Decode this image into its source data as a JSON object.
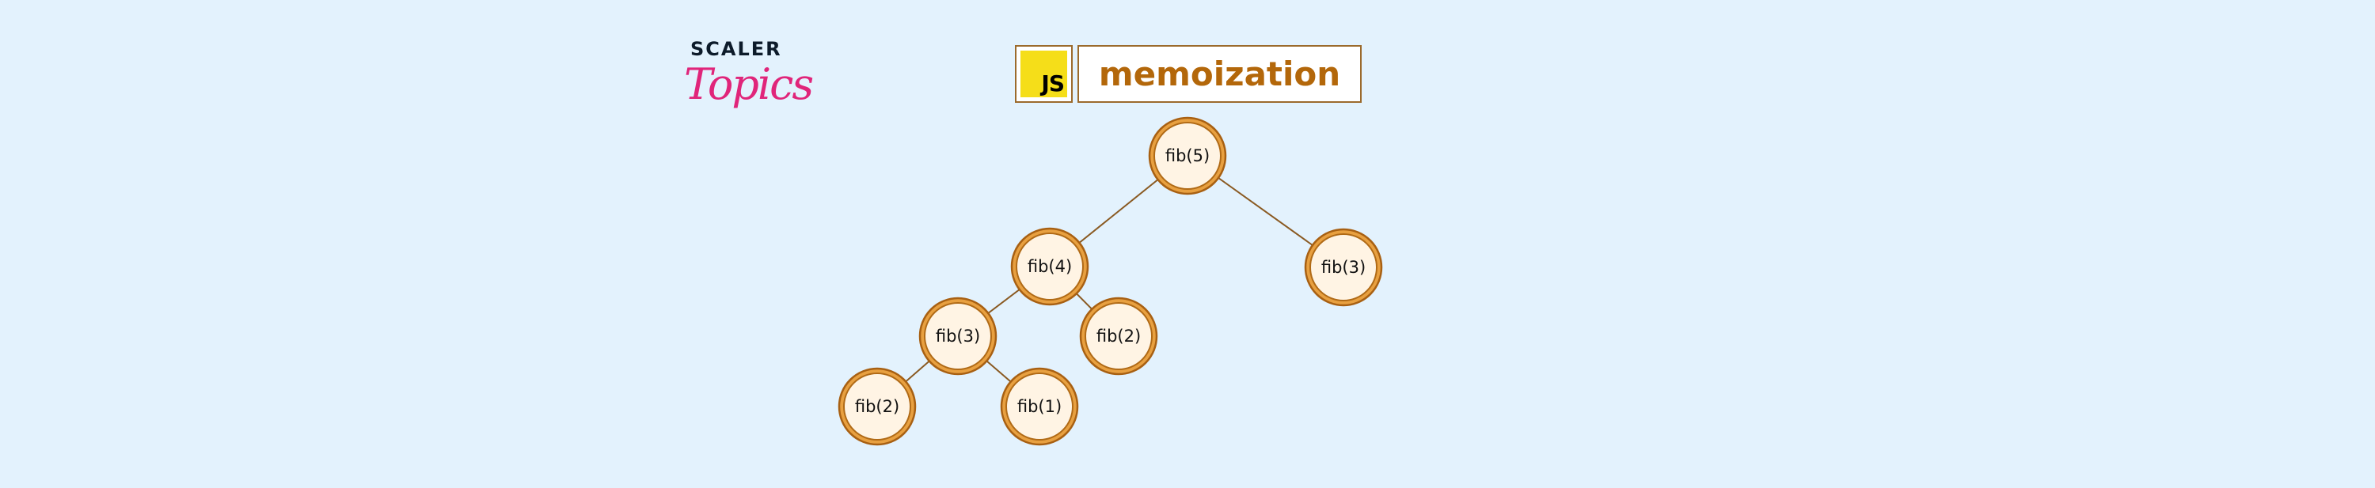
{
  "logo": {
    "line1": "SCALER",
    "line2": "Topics"
  },
  "header": {
    "badge": "JS",
    "title": "memoization"
  },
  "colors": {
    "background": "#e3f2fd",
    "title": "#b3670a",
    "node_fill": "#fff4e4",
    "node_ring": "#e8a040",
    "edge": "#8a5a22",
    "js_yellow": "#f5de19"
  },
  "tree": {
    "nodes": [
      {
        "id": "n5",
        "label": "fib(5)"
      },
      {
        "id": "n4",
        "label": "fib(4)"
      },
      {
        "id": "n3r",
        "label": "fib(3)"
      },
      {
        "id": "n3l",
        "label": "fib(3)"
      },
      {
        "id": "n2m",
        "label": "fib(2)"
      },
      {
        "id": "n2b",
        "label": "fib(2)"
      },
      {
        "id": "n1",
        "label": "fib(1)"
      }
    ],
    "edges": [
      [
        "n5",
        "n4"
      ],
      [
        "n5",
        "n3r"
      ],
      [
        "n4",
        "n3l"
      ],
      [
        "n4",
        "n2m"
      ],
      [
        "n3l",
        "n2b"
      ],
      [
        "n3l",
        "n1"
      ]
    ]
  }
}
